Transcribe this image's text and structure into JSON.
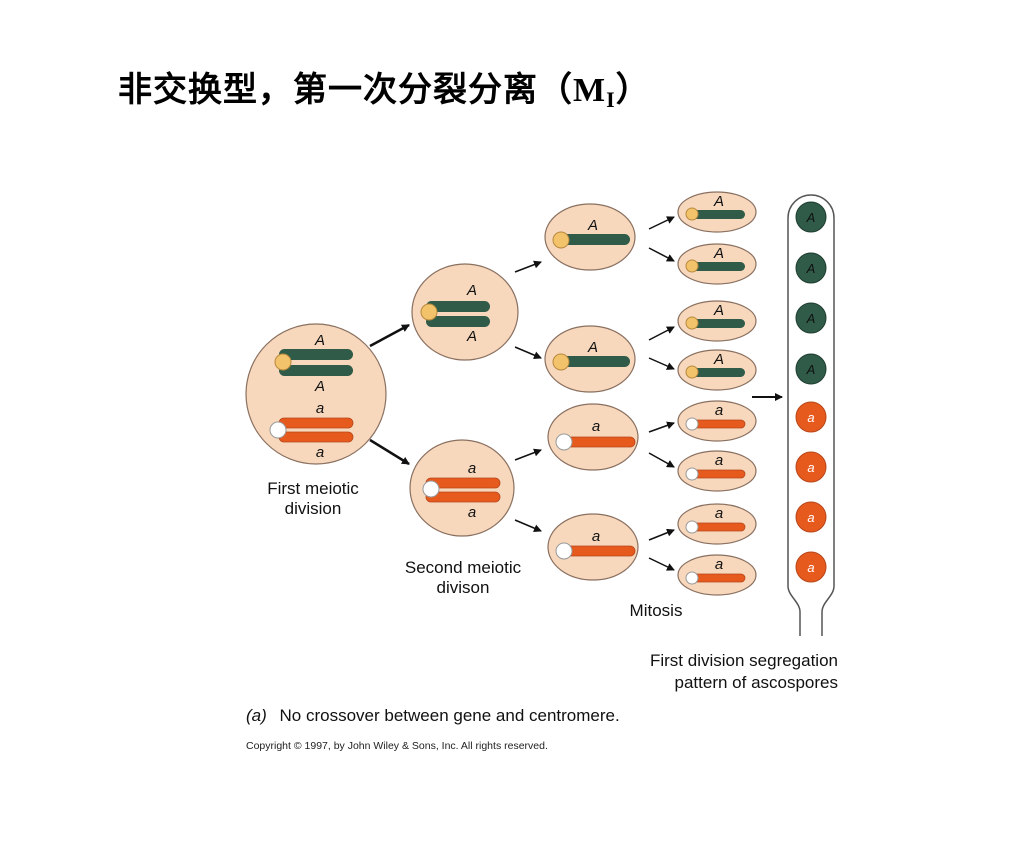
{
  "title": {
    "prefix": "非交换型，第一次分裂分离（",
    "letter": "M",
    "subscript": "I",
    "suffix": "）"
  },
  "colors": {
    "cell_fill": "#f7d8bd",
    "cell_stroke": "#8a7060",
    "dominant": "#2f5b48",
    "recessive": "#e65a1e",
    "centromere_dominant": "#f2c36a",
    "centromere_recessive": "#ffffff"
  },
  "icons": {
    "arrow": "arrow-icon",
    "centromere": "centromere-icon"
  },
  "cells": {
    "first": {
      "top": [
        "A",
        "A"
      ],
      "bottom": [
        "a",
        "a"
      ]
    },
    "second_top": [
      "A",
      "A"
    ],
    "second_bottom": [
      "a",
      "a"
    ],
    "third": [
      "A",
      "A",
      "a",
      "a"
    ],
    "mitosis": [
      "A",
      "A",
      "A",
      "A",
      "a",
      "a",
      "a",
      "a"
    ]
  },
  "ascus": [
    "A",
    "A",
    "A",
    "A",
    "a",
    "a",
    "a",
    "a"
  ],
  "labels": {
    "first_division_line1": "First meiotic",
    "first_division_line2": "division",
    "second_division_line1": "Second meiotic",
    "second_division_line2": "divison",
    "mitosis": "Mitosis",
    "pattern_line1": "First division segregation",
    "pattern_line2": "pattern of ascospores",
    "caption_tag": "(a)",
    "caption_text": "No crossover between gene and centromere.",
    "copyright": "Copyright © 1997, by John Wiley & Sons, Inc. All rights reserved."
  }
}
